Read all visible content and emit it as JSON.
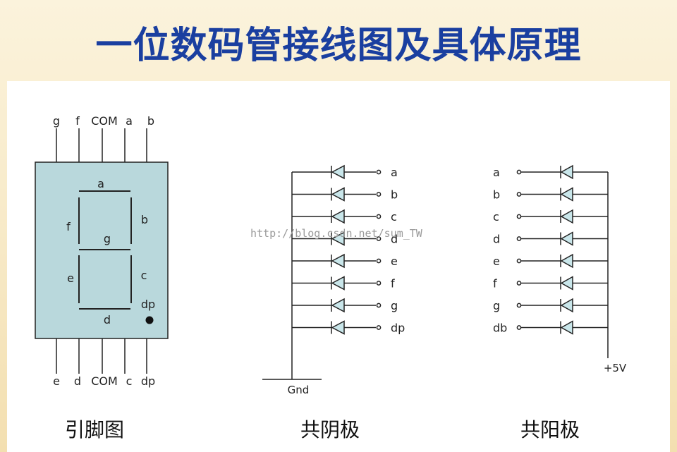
{
  "title": "一位数码管接线图及具体原理",
  "watermark": "http://blog.csdn.net/sum_TW",
  "pinout": {
    "caption": "引脚图",
    "top_pins": [
      "g",
      "f",
      "COM",
      "a",
      "b"
    ],
    "bottom_pins": [
      "e",
      "d",
      "COM",
      "c",
      "dp"
    ],
    "segments": {
      "a": "a",
      "b": "b",
      "c": "c",
      "d": "d",
      "e": "e",
      "f": "f",
      "g": "g",
      "dp": "dp"
    }
  },
  "cathode": {
    "caption": "共阴极",
    "labels": [
      "a",
      "b",
      "c",
      "d",
      "e",
      "f",
      "g",
      "dp"
    ],
    "ground": "Gnd"
  },
  "anode": {
    "caption": "共阳极",
    "labels": [
      "a",
      "b",
      "c",
      "d",
      "e",
      "f",
      "g",
      "db"
    ],
    "supply": "+5V"
  },
  "colors": {
    "title": "#1a3fa0",
    "display_body": "#b9d8dc",
    "diode_fill": "#c9e6ea",
    "line": "#222222"
  }
}
